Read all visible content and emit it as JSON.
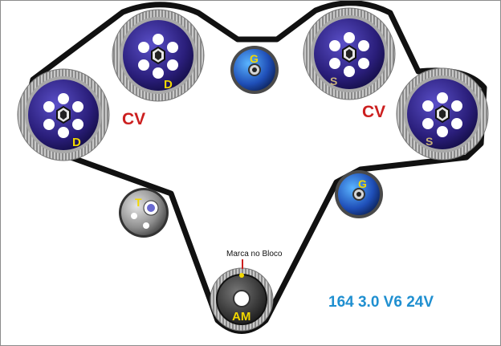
{
  "diagram": {
    "model_label": "164 3.0 V6 24V",
    "mark_label": "Marca no Bloco",
    "cv_left": "CV",
    "cv_right": "CV",
    "pulleys": {
      "cam_left_upper": "D",
      "cam_left_lower": "D",
      "cam_right_upper": "S",
      "cam_right_lower": "S",
      "idler_top": "G",
      "idler_right": "G",
      "tensioner": "T",
      "crank": "AM"
    }
  },
  "colors": {
    "cam_face": "#2a1e7a",
    "gear_teeth": "#c4c4c4",
    "belt": "#111111",
    "label_yellow": "#f2d800",
    "label_red": "#cc1f1f",
    "model_blue": "#1f8fd0",
    "border": "#8c8c8c"
  }
}
